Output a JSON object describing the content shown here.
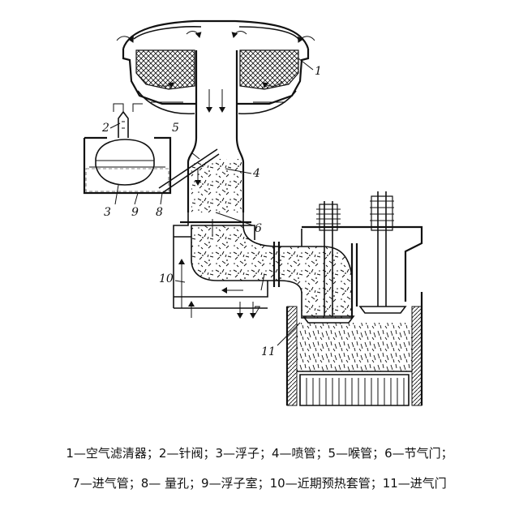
{
  "diagram": {
    "labels": [
      "1",
      "2",
      "3",
      "4",
      "5",
      "6",
      "7",
      "8",
      "9",
      "10",
      "11"
    ]
  },
  "legend": {
    "line1": "1—空气滤清器；2—针阀；3—浮子；4—喷管；5—喉管；6—节气门；",
    "line2": "7—进气管；8— 量孔；9—浮子室；10—近期预热套管；11—进气门"
  }
}
